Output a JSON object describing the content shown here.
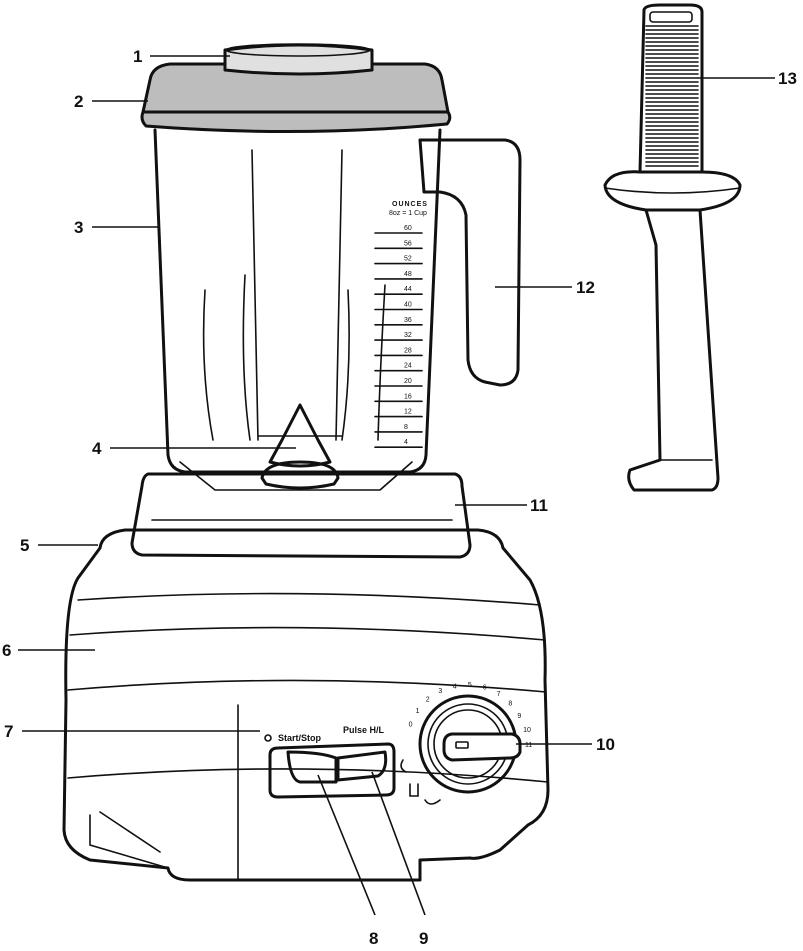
{
  "callouts": {
    "c1": "1",
    "c2": "2",
    "c3": "3",
    "c4": "4",
    "c5": "5",
    "c6": "6",
    "c7": "7",
    "c8": "8",
    "c9": "9",
    "c10": "10",
    "c11": "11",
    "c12": "12",
    "c13": "13"
  },
  "jar_markings": {
    "header": "OUNCES",
    "subheader": "8oz = 1 Cup",
    "scale": [
      "60",
      "56",
      "52",
      "48",
      "44",
      "40",
      "36",
      "32",
      "28",
      "24",
      "20",
      "16",
      "12",
      "8",
      "4"
    ]
  },
  "controls": {
    "start_stop": "Start/Stop",
    "pulse": "Pulse H/L",
    "dial_numbers": [
      "0",
      "1",
      "2",
      "3",
      "4",
      "5",
      "6",
      "7",
      "8",
      "9",
      "10",
      "11"
    ]
  },
  "colors": {
    "lid_fill": "#bdbdbd",
    "outline": "#111111"
  }
}
